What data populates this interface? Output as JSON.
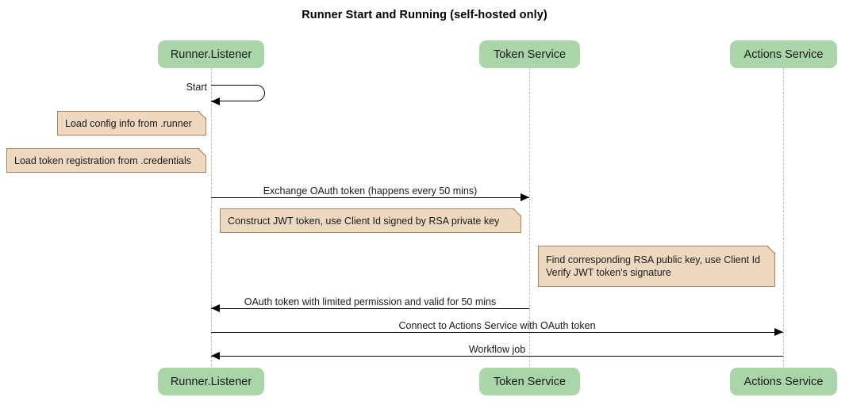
{
  "title": "Runner Start and Running (self-hosted only)",
  "theme": {
    "participant_fill": "#a9d5a9",
    "note_fill": "#eed9c0",
    "note_border": "#a6845c",
    "lifeline_color": "#bdbdbd",
    "arrow_color": "#000000",
    "background": "#ffffff"
  },
  "participants": [
    {
      "id": "runner",
      "label": "Runner.Listener"
    },
    {
      "id": "token",
      "label": "Token Service"
    },
    {
      "id": "actions",
      "label": "Actions Service"
    }
  ],
  "participants_bottom": [
    {
      "id": "runner",
      "label": "Runner.Listener"
    },
    {
      "id": "token",
      "label": "Token Service"
    },
    {
      "id": "actions",
      "label": "Actions Service"
    }
  ],
  "messages": [
    {
      "id": "start",
      "label": "Start",
      "from": "runner",
      "to": "runner",
      "type": "self"
    },
    {
      "id": "exchange-oauth-token",
      "label": "Exchange OAuth token (happens every 50 mins)",
      "from": "runner",
      "to": "token",
      "direction": "right"
    },
    {
      "id": "oauth-token-response",
      "label": "OAuth token with limited permission and valid for 50 mins",
      "from": "token",
      "to": "runner",
      "direction": "left"
    },
    {
      "id": "connect-actions-service",
      "label": "Connect to Actions Service with OAuth token",
      "from": "runner",
      "to": "actions",
      "direction": "right"
    },
    {
      "id": "workflow-job",
      "label": "Workflow job",
      "from": "actions",
      "to": "runner",
      "direction": "left"
    }
  ],
  "notes": [
    {
      "id": "load-config",
      "text": "Load config info from .runner",
      "attached_to": "runner"
    },
    {
      "id": "load-token-registration",
      "text": "Load token registration from .credentials",
      "attached_to": "runner"
    },
    {
      "id": "construct-jwt",
      "text": "Construct JWT token, use Client Id signed by RSA private key",
      "attached_to": "runner"
    },
    {
      "id": "verify-jwt",
      "text": "Find corresponding RSA public key, use Client Id\nVerify JWT token's signature",
      "attached_to": "token"
    }
  ]
}
